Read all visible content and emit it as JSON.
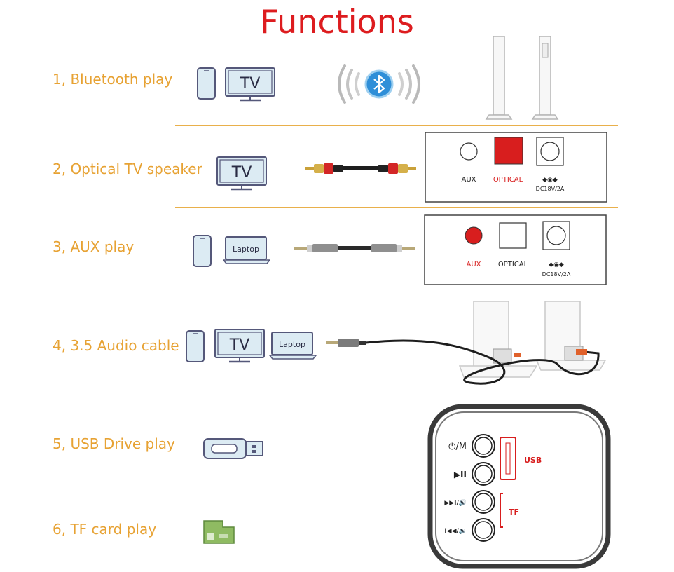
{
  "title": "Functions",
  "functions": [
    {
      "label": "1, Bluetooth play"
    },
    {
      "label": "2, Optical TV speaker"
    },
    {
      "label": "3, AUX play"
    },
    {
      "label": "4, 3.5 Audio cable"
    },
    {
      "label": "5, USB Drive play"
    },
    {
      "label": "6, TF card play"
    }
  ],
  "device_labels": {
    "tv": "TV",
    "laptop": "Laptop"
  },
  "port_panel": {
    "aux": "AUX",
    "optical": "OPTICAL",
    "dc": "DC18V/2A",
    "dc_symbol": "◆◉◆"
  },
  "control_panel": {
    "power_mode": "⏻/M",
    "play_pause": "▶II",
    "next_vol": "▶▶I/🔊",
    "prev_vol": "I◀◀/🔉",
    "usb": "USB",
    "tf": "TF"
  },
  "colors": {
    "title": "#dd1c1f",
    "function_label": "#e7a233",
    "divider": "#e9b04b",
    "device_fill": "#dcebf3",
    "device_stroke": "#55587a",
    "active_port": "#d81e1e",
    "bluetooth": "#2f8fd8"
  }
}
